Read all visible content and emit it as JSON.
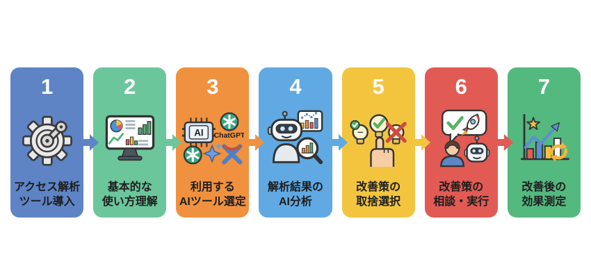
{
  "diagram": {
    "name": "access-analysis-ai-process-flow",
    "background": "#ffffff",
    "text_color": "#1d1d1d",
    "number_color": "#ffffff"
  },
  "steps": [
    {
      "number": "1",
      "label_line1": "アクセス解析",
      "label_line2": "ツール導入",
      "color": "#5e84c6",
      "icon": "gear-setup-icon"
    },
    {
      "number": "2",
      "label_line1": "基本的な",
      "label_line2": "使い方理解",
      "color": "#6cc69b",
      "icon": "analytics-monitor-icon"
    },
    {
      "number": "3",
      "label_line1": "利用する",
      "label_line2": "AIツール選定",
      "color": "#f0913f",
      "icon": "ai-tools-icon",
      "chip_label": "AI",
      "tool_label": "ChatGPT"
    },
    {
      "number": "4",
      "label_line1": "解析結果の",
      "label_line2": "AI分析",
      "color": "#60a9e2",
      "icon": "robot-analysis-icon"
    },
    {
      "number": "5",
      "label_line1": "改善策の",
      "label_line2": "取捨選択",
      "color": "#f3c53f",
      "icon": "idea-selection-icon"
    },
    {
      "number": "6",
      "label_line1": "改善策の",
      "label_line2": "相談・実行",
      "color": "#e15a54",
      "icon": "human-robot-consult-icon"
    },
    {
      "number": "7",
      "label_line1": "改善後の",
      "label_line2": "効果測定",
      "color": "#54b97f",
      "icon": "growth-measurement-icon"
    }
  ]
}
